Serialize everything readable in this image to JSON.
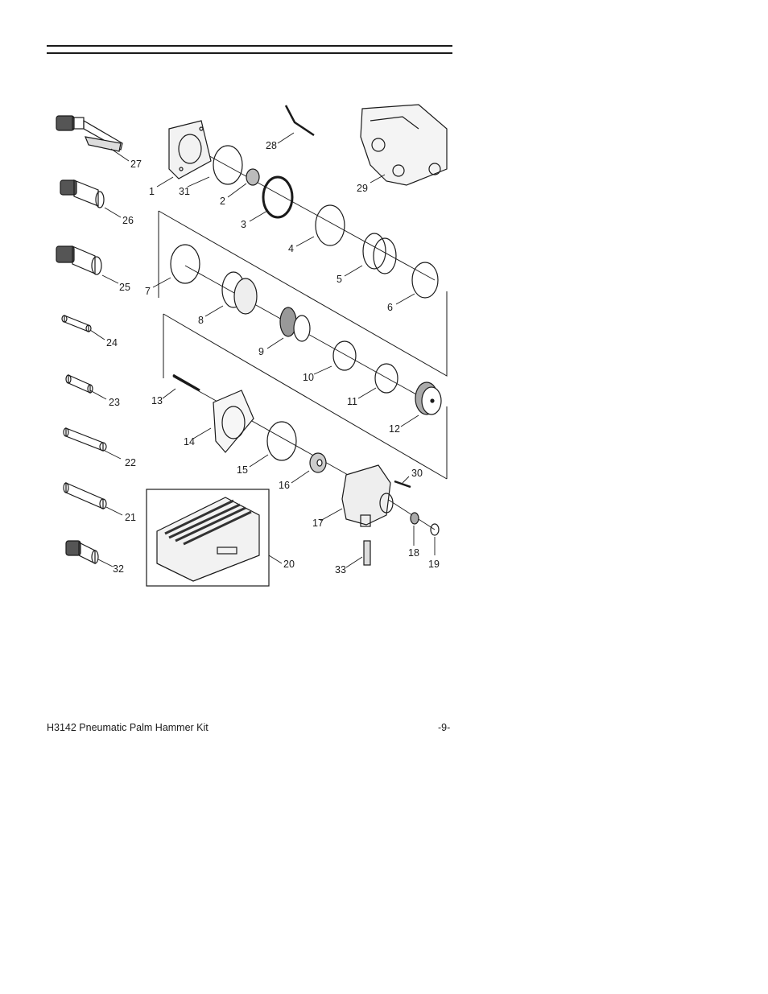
{
  "document": {
    "footer_title": "H3142 Pneumatic Palm Hammer Kit",
    "page_number": "-9-"
  },
  "diagram": {
    "part_numbers": [
      "1",
      "2",
      "3",
      "4",
      "5",
      "6",
      "7",
      "8",
      "9",
      "10",
      "11",
      "12",
      "13",
      "14",
      "15",
      "16",
      "17",
      "18",
      "19",
      "20",
      "21",
      "22",
      "23",
      "24",
      "25",
      "26",
      "27",
      "28",
      "29",
      "30",
      "31",
      "32",
      "33"
    ]
  }
}
